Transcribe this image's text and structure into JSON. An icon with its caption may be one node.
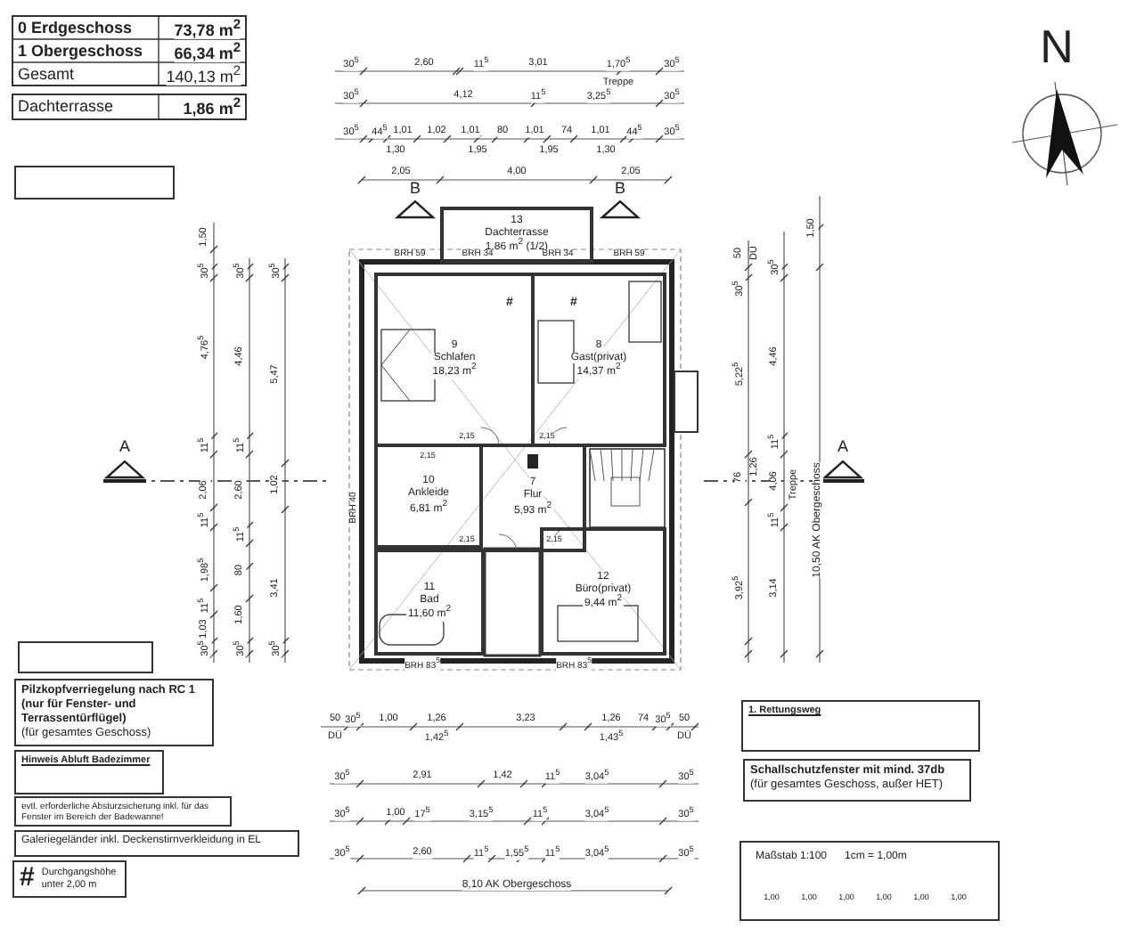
{
  "diagram": {
    "nodes": [
      {
        "text": [
          "13",
          "Dachterrasse",
          "1,86 m$^{2}$ (1/2)"
        ]
      },
      {
        "text": [
          "9",
          "Schlafen",
          "18,23 m$^{2}$"
        ]
      },
      {
        "text": [
          "8",
          "Gast(privat)",
          "14,37 m$^{2}$"
        ]
      },
      {
        "text": [
          "10",
          "Ankleide",
          "6,81 m$^{2}$"
        ]
      },
      {
        "text": [
          "7",
          "Flur",
          "5,93 m$^{2}$"
        ]
      },
      {
        "text": [
          "11",
          "Bad",
          "11,60 m$^{2}$"
        ]
      },
      {
        "text": [
          "12",
          "Büro(privat)",
          "9,44 m$^{2}$"
        ]
      },
      {
        "text": [],
        "shape": "box"
      },
      {
        "text": [],
        "shape": "box"
      },
      {
        "text": [],
        "shape": "box"
      },
      {
        "text": [
          "Pilzkopfverriegelung nach RC 1 (nur für Fenster- und Terrassentürflügel)",
          "(für gesamtes Geschoss)"
        ]
      },
      {
        "text": [
          "Hinweis Abluft Badezimmer"
        ]
      },
      {
        "text": [
          "evtl. erforderliche Absturzsicherung inkl. für das Fenster im Bereich der Badewanne!"
        ]
      },
      {
        "text": [
          "Galeriegeländer inkl. Deckenstirnverkleidung in EL"
        ]
      },
      {
        "text": [
          "#",
          "Durchgangshöhe unter 2,00 m"
        ]
      },
      {
        "text": [
          "1. Rettungsweg"
        ]
      },
      {
        "text": [
          "Schallschutzfenster mit mind. 37db",
          "(für gesamtes Geschoss, außer HET)"
        ]
      },
      {
        "text": [
          "Maßstab 1:100",
          "1cm = 1,00m"
        ]
      }
    ],
    "labels": [
      "0 Erdgeschoss",
      "73,78 m$^{2}$",
      "1 Obergeschoss",
      "66,34 m$^{2}$",
      "Gesamt",
      "140,13 m$^{2}$",
      "Dachterrasse",
      "1,86 m$^{2}$",
      "30$^{5}$",
      "2,60",
      "11$^{5}$",
      "3,01",
      "1,70$^{5}$",
      "30$^{5}$",
      "Treppe",
      "30$^{5}$",
      "4,12",
      "11$^{5}$",
      "3,25$^{5}$",
      "30$^{5}$",
      "30$^{5}$",
      "44$^{5}$",
      "1,01",
      "1,02",
      "1,01",
      "80",
      "1,01",
      "74",
      "1,01",
      "44$^{5}$",
      "30$^{5}$",
      "1,30",
      "1,95",
      "1,95",
      "1,30",
      "2,05",
      "4,00",
      "2,05",
      "B",
      "B",
      "A",
      "A",
      "BRH 59",
      "BRH 34",
      "BRH 34",
      "BRH 59",
      "BRH 83$^{5}$",
      "BRH 83$^{5}$",
      "BRH 40",
      "2,15",
      "2,15",
      "2,15",
      "2,15",
      "2,15",
      "#",
      "#",
      "1,50",
      "30$^{5}$",
      "4,76$^{5}$",
      "11$^{5}$",
      "2,06",
      "11$^{5}$",
      "1,98$^{5}$",
      "11$^{5}$",
      "1,03",
      "30$^{5}$",
      "30$^{5}$",
      "4,46",
      "11$^{5}$",
      "2,60",
      "11$^{5}$",
      "80",
      "1,60",
      "30$^{5}$",
      "30$^{5}$",
      "5,47",
      "1,02",
      "3,41",
      "30$^{5}$",
      "50",
      "DÜ",
      "30$^{5}$",
      "5,22$^{5}$",
      "76",
      "1,26",
      "3,92$^{5}$",
      "30$^{5}$",
      "4,46",
      "11$^{5}$",
      "4,06",
      "11$^{5}$",
      "3,14",
      "1,50",
      "10,50 AK Obergeschoss",
      "Treppe",
      "50",
      "30$^{5}$",
      "1,00",
      "1,26",
      "3,23",
      "1,26",
      "74",
      "30$^{5}$",
      "50",
      "DÜ",
      "1,42$^{5}$",
      "1,43$^{5}$",
      "DÜ",
      "30$^{5}$",
      "2,91",
      "1,42",
      "11$^{5}$",
      "3,04$^{5}$",
      "30$^{5}$",
      "30$^{5}$",
      "1,00",
      "17$^{5}$",
      "3,15$^{5}$",
      "11$^{5}$",
      "3,04$^{5}$",
      "30$^{5}$",
      "30$^{5}$",
      "2,60",
      "11$^{5}$",
      "1,55$^{5}$",
      "11$^{5}$",
      "3,04$^{5}$",
      "30$^{5}$",
      "8,10 AK Obergeschoss",
      "1,00",
      "1,00",
      "1,00",
      "1,00",
      "1,00",
      "1,00",
      "N"
    ]
  }
}
